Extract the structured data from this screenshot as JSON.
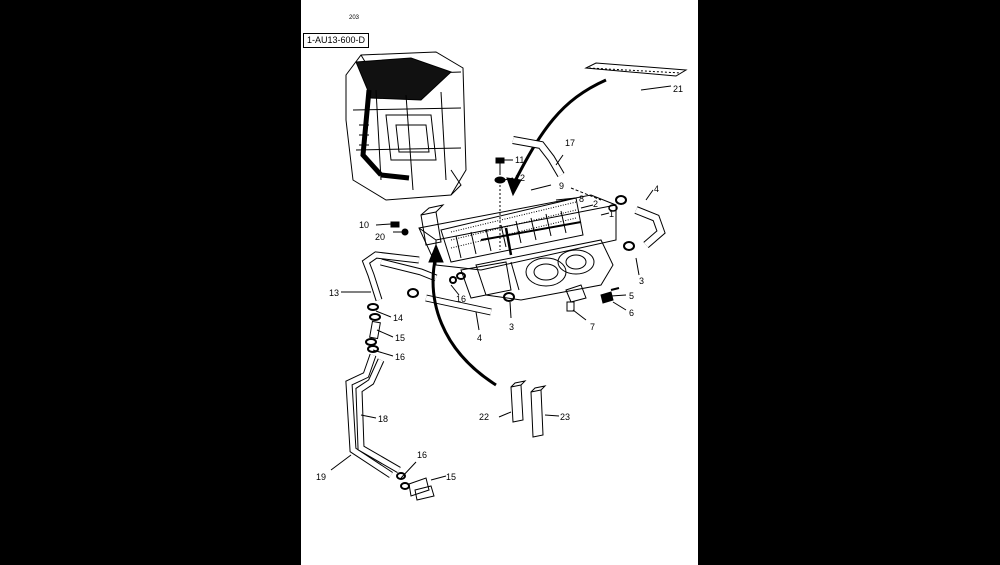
{
  "header": {
    "code": "203",
    "reference": "1-AU13-600-D"
  },
  "callouts": {
    "n1": "1",
    "n2": "2",
    "n3a": "3",
    "n3b": "3",
    "n4a": "4",
    "n4b": "4",
    "n5": "5",
    "n6": "6",
    "n7": "7",
    "n8": "8",
    "n9": "9",
    "n10": "10",
    "n11": "11",
    "n12": "12",
    "n13": "13",
    "n14": "14",
    "n15a": "15",
    "n15b": "15",
    "n16a": "16",
    "n16b": "16",
    "n16c": "16",
    "n17": "17",
    "n18": "18",
    "n19": "19",
    "n20": "20",
    "n21": "21",
    "n22": "22",
    "n23": "23"
  }
}
